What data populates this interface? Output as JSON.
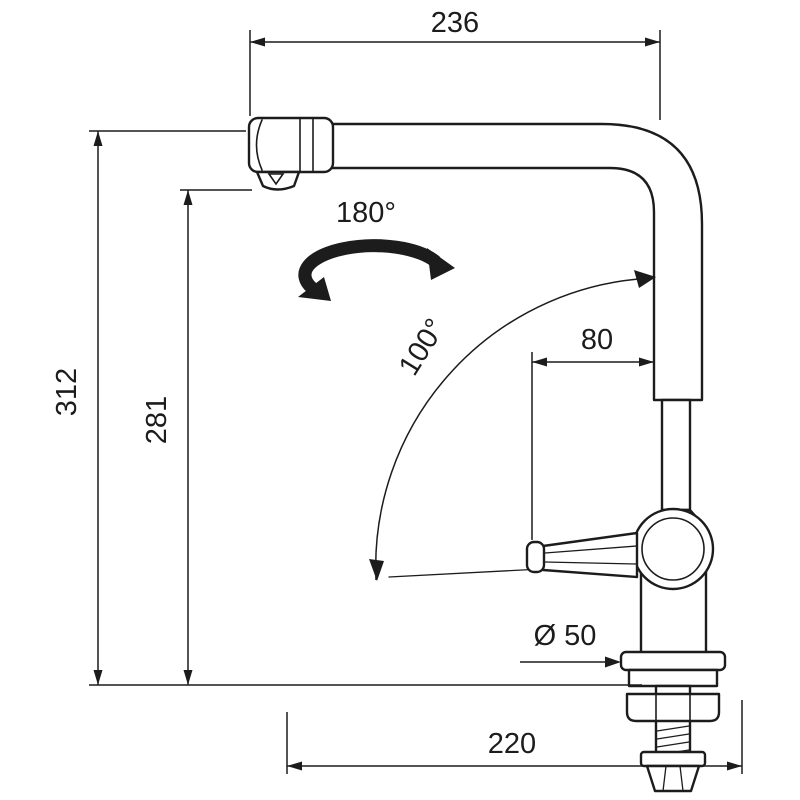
{
  "drawing": {
    "title": "Pull-out kitchen faucet dimensional drawing",
    "background": "#ffffff",
    "line_color": "#1c1c1c",
    "dimensions": {
      "top_width": "236",
      "overall_height": "312",
      "spout_height": "281",
      "swivel_range": "180°",
      "handle_arc": "100°",
      "handle_offset": "80",
      "base_diameter": "Ø 50",
      "bottom_width": "220"
    }
  }
}
